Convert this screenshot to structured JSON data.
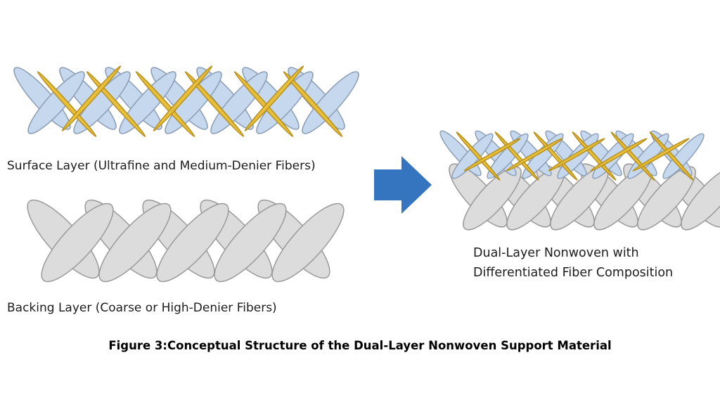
{
  "labels": {
    "surface_layer": "Surface Layer (Ultrafine and Medium-Denier Fibers)",
    "backing_layer": "Backing Layer (Coarse or High-Denier Fibers)",
    "result_line1": "Dual-Layer Nonwoven with",
    "result_line2": "Differentiated Fiber Composition"
  },
  "caption": "Figure 3:Conceptual Structure of the Dual-Layer Nonwoven Support Material",
  "colors": {
    "medium_fiber_fill": "#c5d8ee",
    "medium_fiber_stroke": "#8a9db5",
    "ultrafine_fiber_fill": "#e8bf3a",
    "ultrafine_fiber_stroke": "#b8901e",
    "coarse_fiber_fill": "#dcdcdc",
    "coarse_fiber_stroke": "#9a9a9a",
    "arrow": "#3575c0"
  }
}
